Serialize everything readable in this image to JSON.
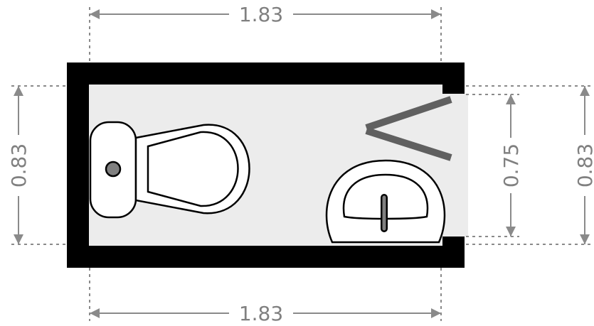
{
  "dimensions": {
    "top_width": "1.83",
    "bottom_width": "1.83",
    "left_depth": "0.83",
    "right_door_opening": "0.75",
    "right_depth": "0.83"
  },
  "colors": {
    "wall": "#000000",
    "floor": "#ececec",
    "dimension": "#8a8a8a",
    "door_leaf": "#606060",
    "fixture_fill": "#ffffff",
    "drain": "#808080"
  },
  "icons": {
    "toilet": "toilet-icon",
    "sink": "sink-icon",
    "door": "door-swing-icon"
  }
}
